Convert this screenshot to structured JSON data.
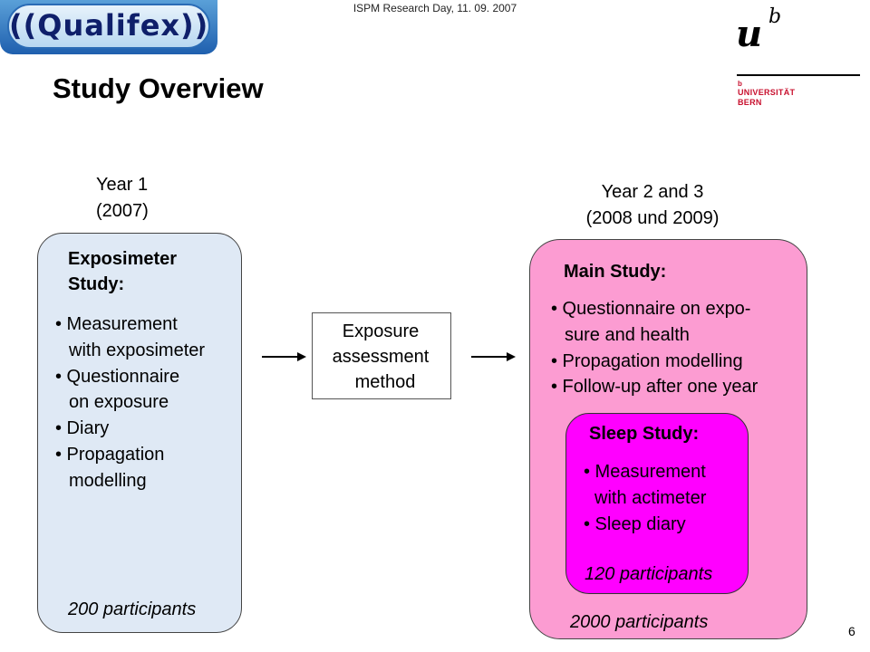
{
  "header": {
    "logo_text": "((Qualifex))",
    "event": "ISPM Research Day, 11. 09. 2007",
    "title": "Study Overview",
    "university": {
      "mark_u": "u",
      "mark_b": "b",
      "small_b": "b",
      "line1": "UNIVERSITÄT",
      "line2": "BERN"
    }
  },
  "year1": {
    "line1": "Year 1",
    "line2": "(2007)"
  },
  "year23": {
    "line1": "Year 2 and 3",
    "line2": "(2008 und 2009)"
  },
  "exposimeter_study": {
    "heading_line1": "Exposimeter",
    "heading_line2": "Study:",
    "items": [
      "• Measurement",
      "with exposimeter",
      "• Questionnaire",
      "on exposure",
      "• Diary",
      "• Propagation",
      "modelling"
    ],
    "participants": "200 participants"
  },
  "method_box": {
    "lines": [
      "Exposure",
      "assessment",
      "method"
    ]
  },
  "main_study": {
    "heading": "Main Study:",
    "items": [
      "• Questionnaire on expo-",
      "sure and health",
      "• Propagation modelling",
      "• Follow-up after one year"
    ],
    "participants": "2000 participants"
  },
  "sleep_study": {
    "heading": "Sleep Study:",
    "items": [
      "• Measurement",
      "with actimeter",
      "• Sleep diary"
    ],
    "participants": "120 participants"
  },
  "page_number": "6",
  "colors": {
    "left_box": "#dfe9f5",
    "main_box": "#fc9cd2",
    "sleep_box": "#ff00ff",
    "logo_blue": "#1f5fae",
    "uni_red": "#c8102e"
  }
}
